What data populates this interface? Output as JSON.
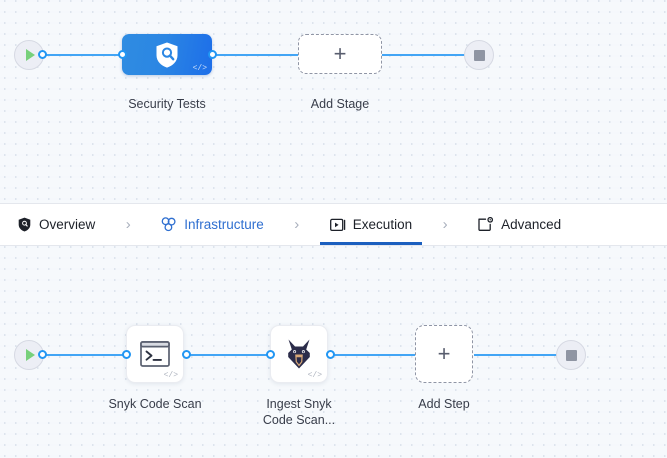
{
  "theme": {
    "canvas_bg": "#f5f8fc",
    "grid_dot": "#dde4ed",
    "edge_blue": "#42a5f5",
    "port_blue": "#2196f3",
    "stage_gradient_from": "#2f8ce2",
    "stage_gradient_to": "#1d6ee9",
    "active_tab_underline": "#1b5fbf",
    "accent_tab_text": "#2f6fd0",
    "start_play_green": "#77d07b",
    "stop_square_gray": "#8f95a3",
    "endpoint_fill": "#eceef5",
    "caption_text": "#383d4a",
    "dashed_border": "#8f95a5"
  },
  "stage_canvas": {
    "name": "stage-pipeline-canvas",
    "start_node": {
      "icon": "play-icon",
      "label": ""
    },
    "end_node": {
      "icon": "stop-icon",
      "label": ""
    },
    "nodes": [
      {
        "id": "security-tests",
        "type": "stage",
        "label": "Security Tests",
        "icon": "shield-search-icon",
        "code_badge": "</>"
      },
      {
        "id": "add-stage",
        "type": "add",
        "label": "Add Stage",
        "icon": "plus-icon",
        "glyph": "+"
      }
    ]
  },
  "tabbar": {
    "name": "pipeline-section-tabs",
    "separator_glyph": "›",
    "tabs": [
      {
        "id": "overview",
        "label": "Overview",
        "icon": "shield-icon",
        "state": "default"
      },
      {
        "id": "infrastructure",
        "label": "Infrastructure",
        "icon": "infrastructure-icon",
        "state": "accent"
      },
      {
        "id": "execution",
        "label": "Execution",
        "icon": "execution-play-icon",
        "state": "active"
      },
      {
        "id": "advanced",
        "label": "Advanced",
        "icon": "advanced-gear-icon",
        "state": "default"
      }
    ]
  },
  "step_canvas": {
    "name": "step-pipeline-canvas",
    "start_node": {
      "icon": "play-icon",
      "label": ""
    },
    "end_node": {
      "icon": "stop-icon",
      "label": ""
    },
    "nodes": [
      {
        "id": "snyk-code-scan",
        "type": "step",
        "label": "Snyk Code Scan",
        "icon": "terminal-icon",
        "code_badge": "</>"
      },
      {
        "id": "ingest-snyk-code-scan",
        "type": "step",
        "label": "Ingest Snyk\nCode Scan...",
        "icon": "snyk-doberman-icon",
        "code_badge": "</>"
      },
      {
        "id": "add-step",
        "type": "add",
        "label": "Add Step",
        "icon": "plus-icon",
        "glyph": "+"
      }
    ]
  }
}
